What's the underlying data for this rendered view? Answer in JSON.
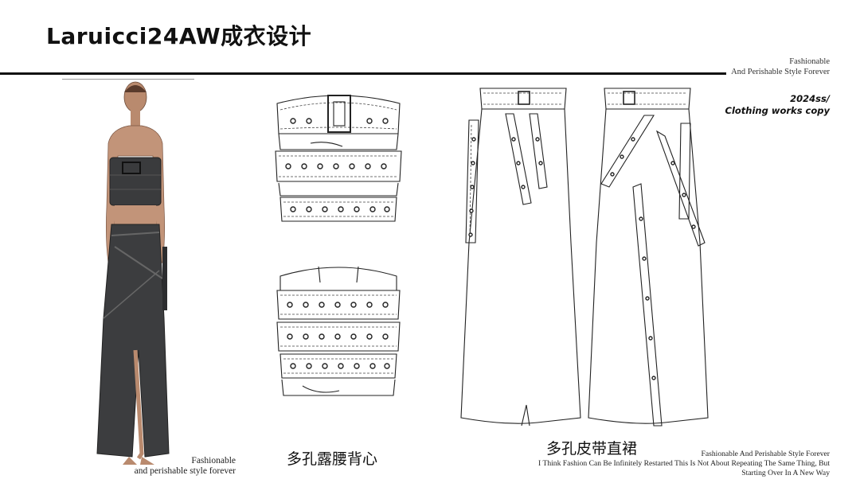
{
  "header": {
    "title": "Laruicci24AW成衣设计",
    "tagline_line1": "Fashionable",
    "tagline_line2": "And Perishable Style Forever",
    "season_line1": "2024ss/",
    "season_line2": "Clothing works copy"
  },
  "captions": {
    "top": "多孔露腰背心",
    "skirt": "多孔皮带直裙"
  },
  "footer": {
    "left_line1": "Fashionable",
    "left_line2": "and perishable style forever",
    "right_line1": "Fashionable And Perishable Style Forever",
    "right_line2": "I Think Fashion Can Be Infinitely Restarted This Is Not About Repeating The Same Thing, But",
    "right_line3": "Starting Over In A New Way"
  }
}
